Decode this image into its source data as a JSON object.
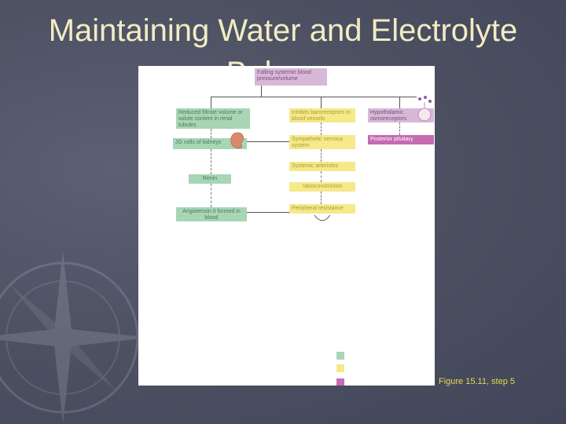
{
  "slide": {
    "title": "Maintaining Water and Electrolyte Balance",
    "caption": "Figure 15.11, step 5"
  },
  "diagram": {
    "top_box": "Falling systemic blood pressure/volume",
    "reduced_filtrate": "Reduced filtrate volume or solute content in renal tubules",
    "baroreceptors": "Inhibits baroreceptors in blood vessels",
    "osmoreceptors": "Hypothalamic osmoreceptors",
    "jg_cells": "JG cells of kidneys",
    "sympathetic": "Sympathetic nervous system",
    "posterior_pituitary": "Posterior pituitary",
    "systemic_arterioles": "Systemic arterioles",
    "renin": "Renin",
    "vasoconstriction": "Vasoconstriction",
    "angiotensin": "Angiotensin II formed in blood",
    "peripheral_resistance": "Peripheral resistance"
  },
  "colors": {
    "background": "#4b4f60",
    "title": "#f2ecc4",
    "caption": "#e8d94a",
    "key_green": "#a8d5b5",
    "key_yellow": "#f5e98a",
    "key_purple": "#c46bb1"
  }
}
